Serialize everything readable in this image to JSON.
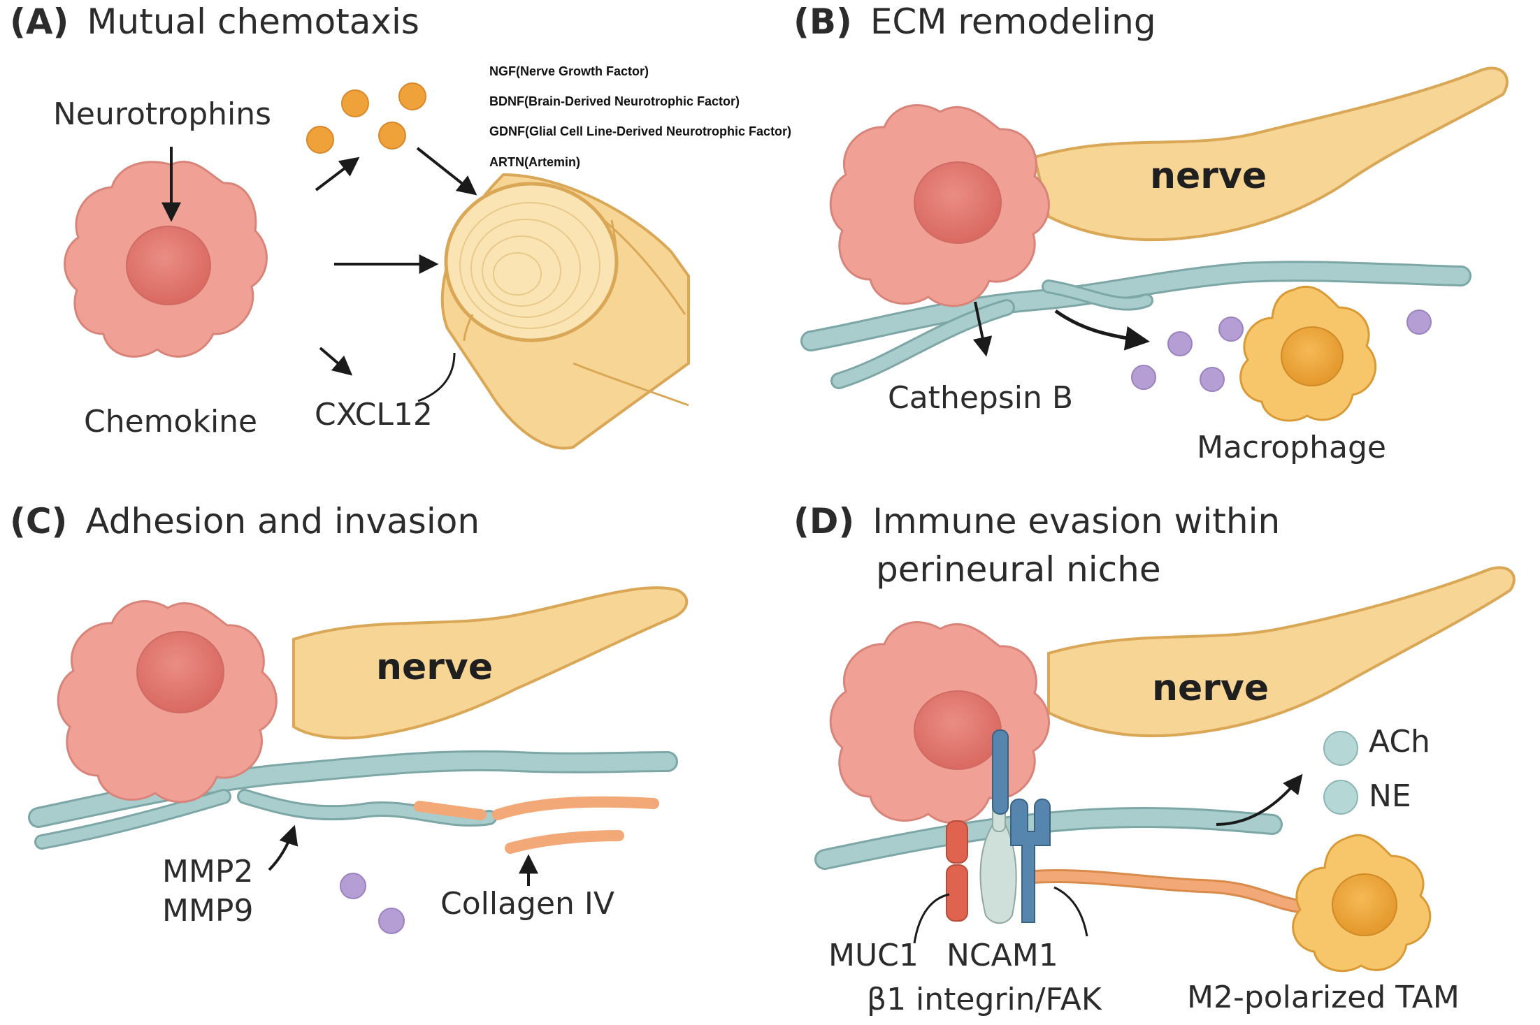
{
  "panels": {
    "a": {
      "tag": "(A)",
      "title": "Mutual chemotaxis",
      "neurotrophins_label": "Neurotrophins",
      "chemokine_label": "Chemokine",
      "cxcl12_label": "CXCL12",
      "factors": [
        "NGF(Nerve Growth Factor)",
        "BDNF(Brain-Derived Neurotrophic Factor)",
        "GDNF(Glial Cell Line-Derived Neurotrophic Factor)",
        "ARTN(Artemin)"
      ]
    },
    "b": {
      "tag": "(B)",
      "title": "ECM remodeling",
      "nerve_label": "nerve",
      "cathepsin_label": "Cathepsin B",
      "macrophage_label": "Macrophage"
    },
    "c": {
      "tag": "(C)",
      "title": "Adhesion and invasion",
      "nerve_label": "nerve",
      "mmp2_label": "MMP2",
      "mmp9_label": "MMP9",
      "collagen_label": "Collagen IV"
    },
    "d": {
      "tag": "(D)",
      "title_line1": "Immune evasion within",
      "title_line2": "perineural niche",
      "nerve_label": "nerve",
      "ach_label": "ACh",
      "ne_label": "NE",
      "muc1_label": "MUC1",
      "ncam1_label": "NCAM1",
      "integrin_label": "β1 integrin/FAK",
      "tam_label": "M2-polarized TAM"
    }
  },
  "colors": {
    "tumor_cell": "#f0a094",
    "tumor_nucleus": "#e0776f",
    "nerve": "#f6d595",
    "nerve_outline": "#d9a756",
    "ecm_fiber": "#a9cccc",
    "macrophage": "#f8c66a",
    "macrophage_nucleus": "#eaa63a",
    "neurotrophin_dot": "#f0a23a",
    "cathepsin_dot": "#b59ed4",
    "collagen": "#f3a877",
    "neurotransmitter_dot": "#b5d7d6",
    "muc1": "#e0634f",
    "ncam1": "#cfe0da",
    "integrin": "#5686ad"
  }
}
